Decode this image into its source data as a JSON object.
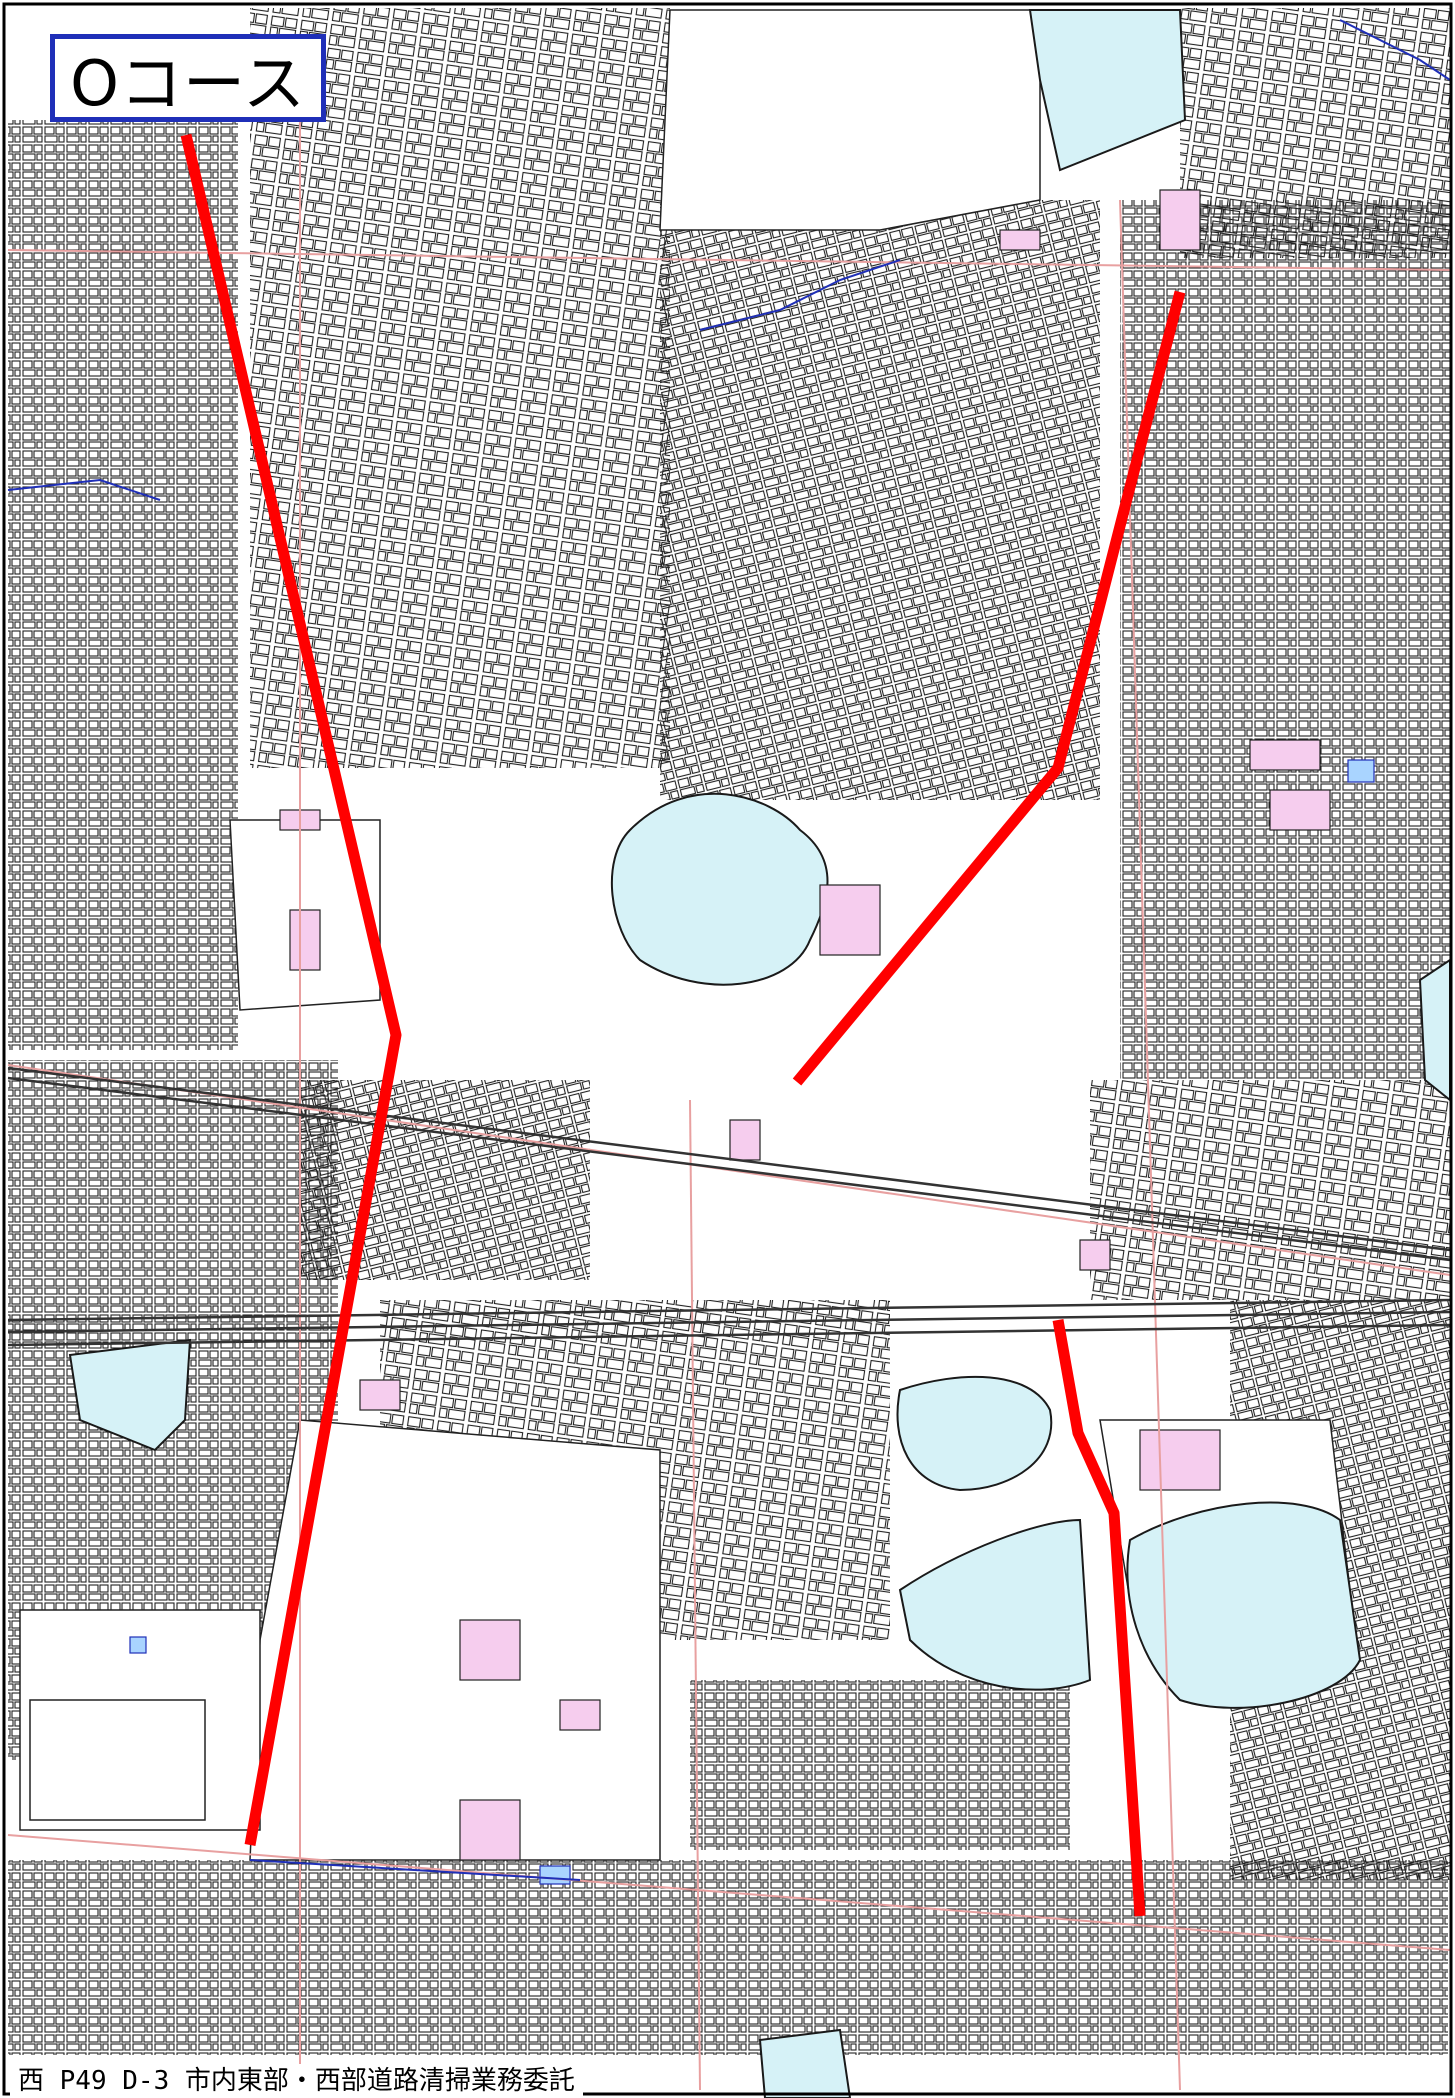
{
  "map": {
    "title": "Oコース",
    "footer": "西 P49 D-3  市内東部・西部道路清掃業務委託",
    "colors": {
      "route": "#ff0000",
      "water": "#d6f2f7",
      "highlight": "#f6cdee",
      "boundary": "#1f2fb8",
      "road": "#e8a0a0",
      "buildings": "#111111"
    },
    "route_segments_count": 3
  }
}
